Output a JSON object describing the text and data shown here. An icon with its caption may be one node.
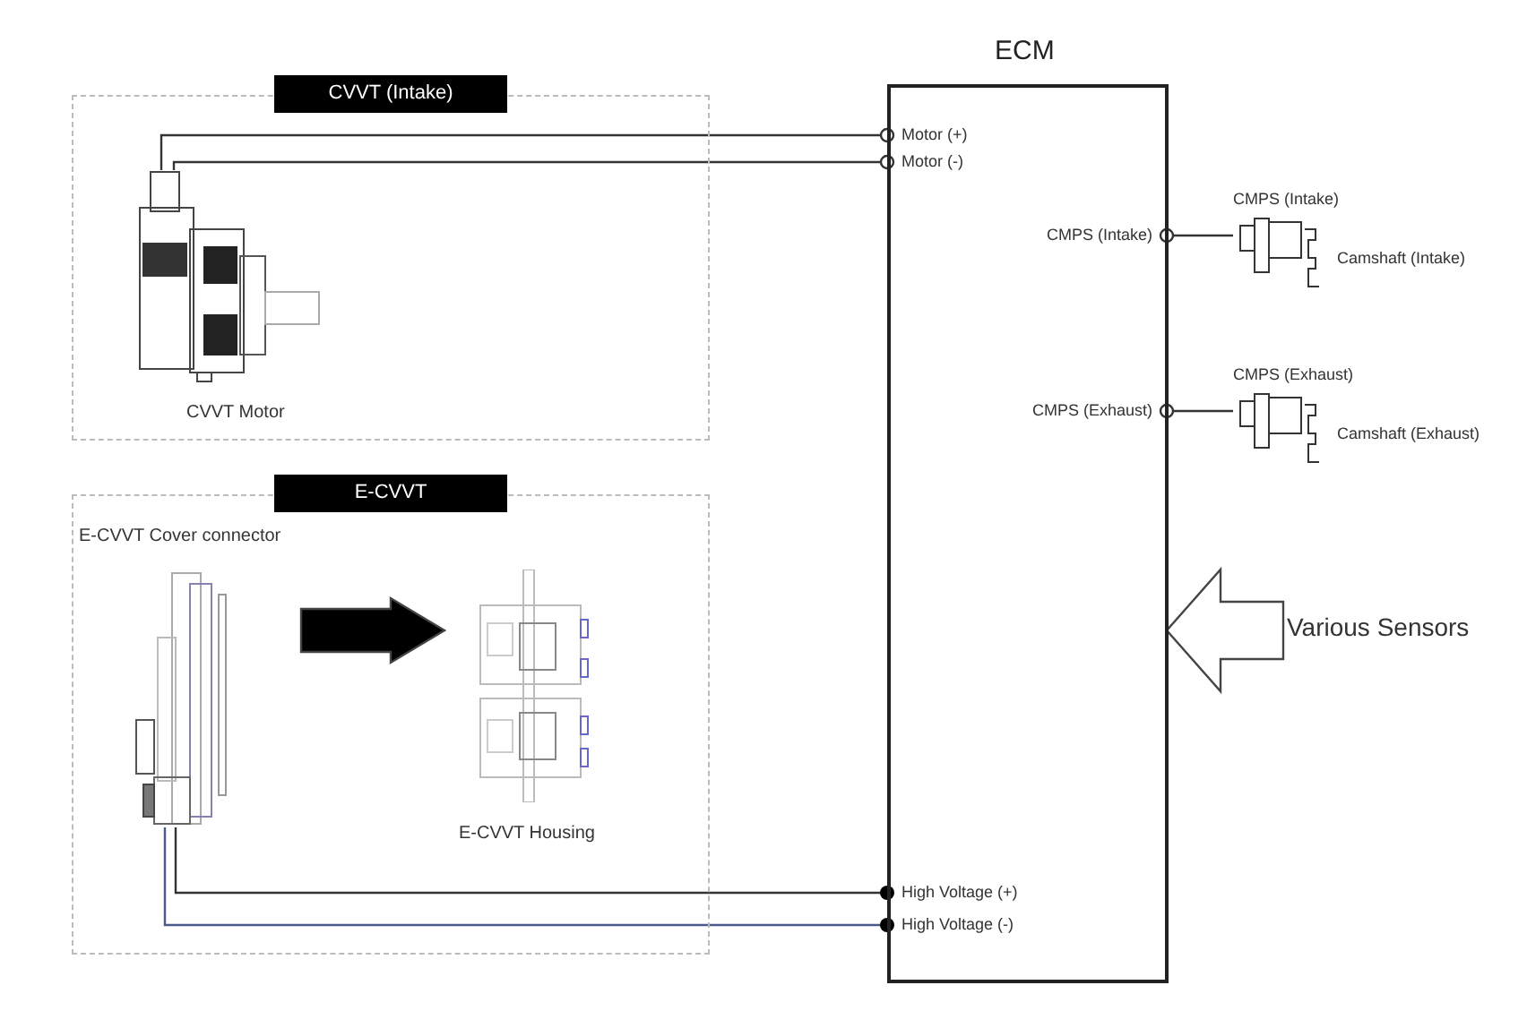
{
  "diagram": {
    "nodes": [
      {
        "text": [
          "ECM"
        ]
      },
      {
        "text": [
          "CVVT (Intake)"
        ]
      },
      {
        "text": [
          "CVVT Motor"
        ],
        "in": 1
      },
      {
        "text": [
          "E-CVVT"
        ]
      },
      {
        "text": [
          "E-CVVT Cover connector"
        ],
        "in": 3
      },
      {
        "text": [
          "E-CVVT Housing"
        ],
        "in": 3
      },
      {
        "text": [
          "Motor (+)"
        ],
        "in": 0
      },
      {
        "text": [
          "Motor (-)"
        ],
        "in": 0
      },
      {
        "text": [
          "CMPS (Intake)"
        ],
        "in": 0
      },
      {
        "text": [
          "CMPS (Exhaust)"
        ],
        "in": 0
      },
      {
        "text": [
          "High Voltage (+)"
        ],
        "in": 0
      },
      {
        "text": [
          "High Voltage (-)"
        ],
        "in": 0
      },
      {
        "text": [
          "CMPS (Intake)",
          "Camshaft (Intake)"
        ]
      },
      {
        "text": [
          "CMPS (Exhaust)",
          "Camshaft (Exhaust)"
        ]
      },
      {
        "text": [
          "Various Sensors"
        ]
      }
    ],
    "edges": [
      {
        "from": 2,
        "to": 6,
        "arrow": "other"
      },
      {
        "from": 2,
        "to": 7,
        "arrow": "other"
      },
      {
        "from": 12,
        "to": 8,
        "arrow": "other"
      },
      {
        "from": 13,
        "to": 9,
        "arrow": "other"
      },
      {
        "from": 4,
        "to": 10,
        "arrow": "other"
      },
      {
        "from": 4,
        "to": 11,
        "arrow": "other",
        "color": "#4a5a8a"
      },
      {
        "from": 4,
        "to": 5,
        "arrow": "to",
        "style": "thick"
      },
      {
        "from": 14,
        "to": 0,
        "arrow": "to",
        "style": "thick"
      }
    ]
  }
}
